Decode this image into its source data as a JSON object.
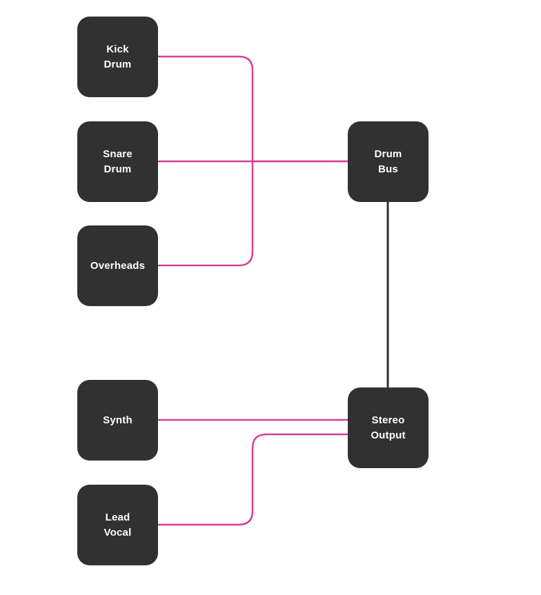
{
  "colors": {
    "node_fill": "#313131",
    "node_text": "#ffffff",
    "send_wire": "#d63f97",
    "bus_wire": "#2f2f2f",
    "background": "#ffffff"
  },
  "nodes": {
    "kick_drum": "Kick\nDrum",
    "snare_drum": "Snare\nDrum",
    "overheads": "Overheads",
    "synth": "Synth",
    "lead_vocal": "Lead\nVocal",
    "drum_bus": "Drum\nBus",
    "stereo_output": "Stereo\nOutput"
  },
  "connections": [
    {
      "from": "kick_drum",
      "to": "drum_bus"
    },
    {
      "from": "snare_drum",
      "to": "drum_bus"
    },
    {
      "from": "overheads",
      "to": "drum_bus"
    },
    {
      "from": "drum_bus",
      "to": "stereo_output"
    },
    {
      "from": "synth",
      "to": "stereo_output"
    },
    {
      "from": "lead_vocal",
      "to": "stereo_output"
    }
  ]
}
